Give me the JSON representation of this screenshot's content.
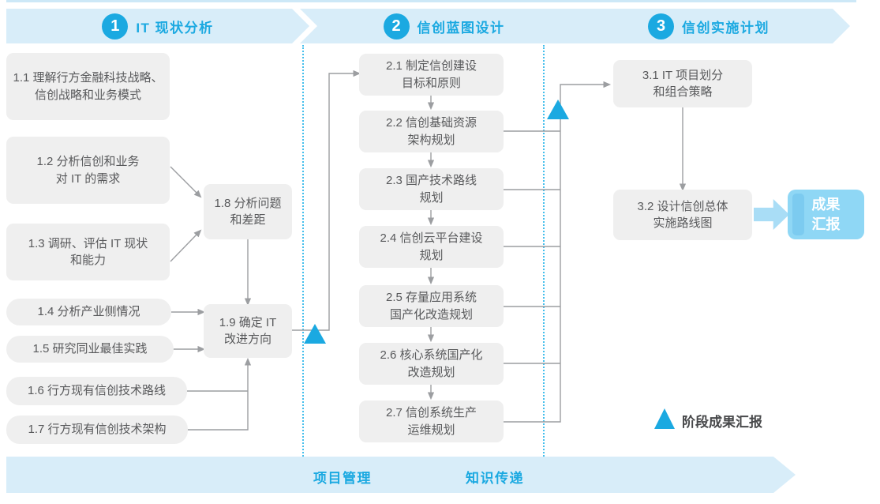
{
  "phases": [
    {
      "number": "1",
      "title": "IT 现状分析"
    },
    {
      "number": "2",
      "title": "信创蓝图设计"
    },
    {
      "number": "3",
      "title": "信创实施计划"
    }
  ],
  "boxes": {
    "b1_1": [
      "1.1 理解行方金融科技战略、",
      "信创战略和业务模式"
    ],
    "b1_2": [
      "1.2 分析信创和业务",
      "对 IT 的需求"
    ],
    "b1_3": [
      "1.3 调研、评估 IT 现状",
      "和能力"
    ],
    "b1_4": [
      "1.4 分析产业侧情况"
    ],
    "b1_5": [
      "1.5 研究同业最佳实践"
    ],
    "b1_6": [
      "1.6 行方现有信创技术路线"
    ],
    "b1_7": [
      "1.7 行方现有信创技术架构"
    ],
    "b1_8": [
      "1.8 分析问题",
      "和差距"
    ],
    "b1_9": [
      "1.9 确定 IT",
      "改进方向"
    ],
    "b2_1": [
      "2.1 制定信创建设",
      "目标和原则"
    ],
    "b2_2": [
      "2.2 信创基础资源",
      "架构规划"
    ],
    "b2_3": [
      "2.3 国产技术路线",
      "规划"
    ],
    "b2_4": [
      "2.4 信创云平台建设",
      "规划"
    ],
    "b2_5": [
      "2.5 存量应用系统",
      "国产化改造规划"
    ],
    "b2_6": [
      "2.6 核心系统国产化",
      "改造规划"
    ],
    "b2_7": [
      "2.7 信创系统生产",
      "运维规划"
    ],
    "b3_1": [
      "3.1 IT 项目划分",
      "和组合策略"
    ],
    "b3_2": [
      "3.2 设计信创总体",
      "实施路线图"
    ]
  },
  "result_box": {
    "line1": "成果",
    "line2": "汇报"
  },
  "legend": {
    "label": "阶段成果汇报"
  },
  "footer": {
    "left_label": "项目管理",
    "right_label": "知识传递"
  },
  "colors": {
    "accent_blue": "#1ba9e1",
    "banner_bg": "#d8edf9",
    "box_bg": "#efefef",
    "box_text": "#58595b",
    "connector_gray": "#9c9ea1",
    "dotted_blue": "#45bfec",
    "result_bg": "#8fd7f5",
    "big_arrow": "#a9ddf6"
  }
}
